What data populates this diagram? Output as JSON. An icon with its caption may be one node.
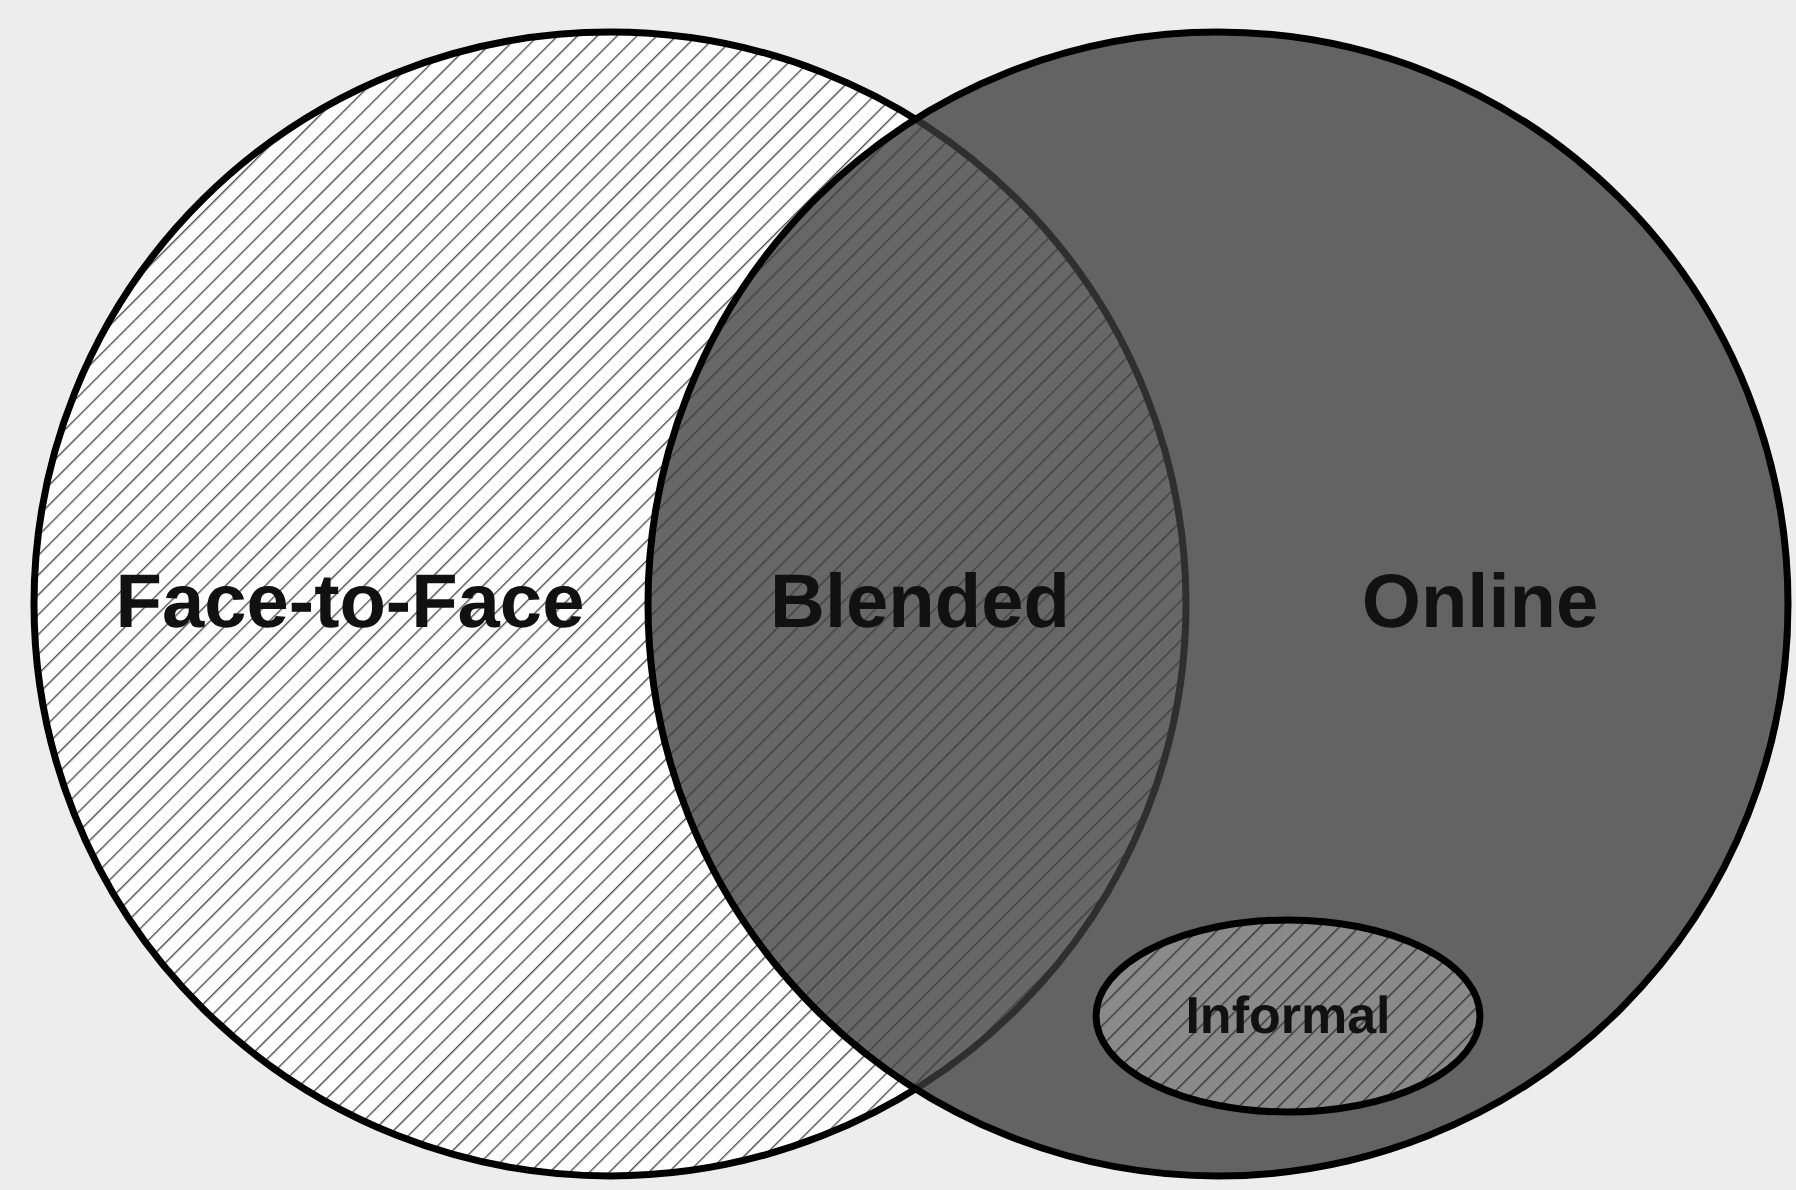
{
  "diagram": {
    "nodes": [
      {
        "text": [
          "Face-to-Face"
        ]
      },
      {
        "text": [
          "Online"
        ]
      },
      {
        "text": [
          "Informal"
        ],
        "in": 1
      }
    ],
    "labels": [
      "Blended"
    ]
  }
}
